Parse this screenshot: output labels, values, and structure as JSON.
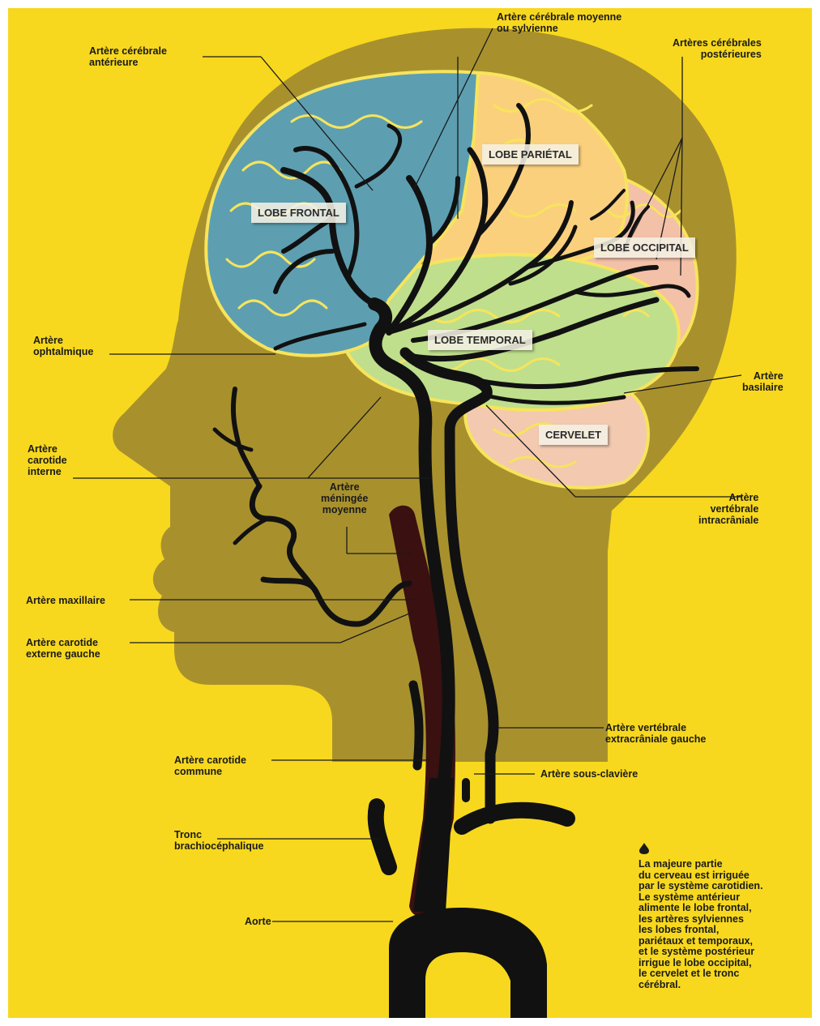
{
  "colors": {
    "background": "#f7d81e",
    "head": "#a8912d",
    "frontal_lobe": "#5d9fb1",
    "parietal_lobe": "#fbd07c",
    "occipital_lobe": "#f3c0a8",
    "temporal_lobe": "#bfdf8c",
    "cerebellum": "#f3c9b0",
    "gyrus_lines": "#f7e45c",
    "arteries": "#111111",
    "carotid_external": "#3a1010"
  },
  "labels": {
    "anterior_cerebral": [
      "Artère cérébrale",
      "antérieure"
    ],
    "middle_cerebral": [
      "Artère cérébrale moyenne",
      "ou sylvienne"
    ],
    "posterior_cerebral": [
      "Artères cérébrales",
      "postérieures"
    ],
    "ophthalmic": [
      "Artère",
      "ophtalmique"
    ],
    "basilar": [
      "Artère",
      "basilaire"
    ],
    "internal_carotid": [
      "Artère",
      "carotide",
      "interne"
    ],
    "middle_meningeal": [
      "Artère",
      "méningée",
      "moyenne"
    ],
    "vertebral_intracranial": [
      "Artère",
      "vertébrale",
      "intracrâniale"
    ],
    "maxillary": [
      "Artère maxillaire"
    ],
    "external_carotid": [
      "Artère carotide",
      "externe gauche"
    ],
    "vertebral_extracranial": [
      "Artère vertébrale",
      "extracrâniale gauche"
    ],
    "common_carotid": [
      "Artère carotide",
      "commune"
    ],
    "subclavian": [
      "Artère sous-clavière"
    ],
    "brachiocephalic": [
      "Tronc",
      "brachiocéphalique"
    ],
    "aorta": [
      "Aorte"
    ]
  },
  "lobes": {
    "frontal": "LOBE FRONTAL",
    "parietal": "LOBE PARIÉTAL",
    "occipital": "LOBE OCCIPITAL",
    "temporal": "LOBE TEMPORAL",
    "cerebellum": "CERVELET"
  },
  "note": "La majeure partie\ndu cerveau est irriguée\npar le système carotidien.\nLe système antérieur\nalimente le lobe frontal,\nles artères sylviennes\nles lobes frontal,\npariétaux et temporaux,\net le système postérieur\nirrigue le lobe occipital,\nle cervelet et le tronc\ncérébral."
}
